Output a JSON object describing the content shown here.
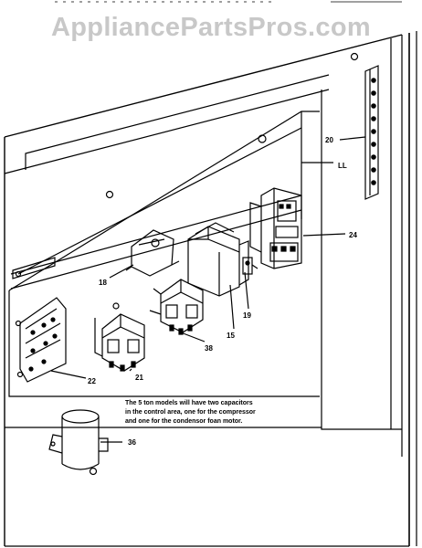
{
  "watermark": "AppliancePartsPros.com",
  "labels": {
    "l20": "20",
    "lLL": "LL",
    "l24": "24",
    "l18": "18",
    "l19": "19",
    "l15": "15",
    "l38": "38",
    "l21": "21",
    "l22": "22",
    "l36": "36"
  },
  "note": {
    "line1": "The 5 ton models will have two capacitors",
    "line2": "in the control area, one for the compressor",
    "line3": "and one for the condensor foan motor."
  }
}
